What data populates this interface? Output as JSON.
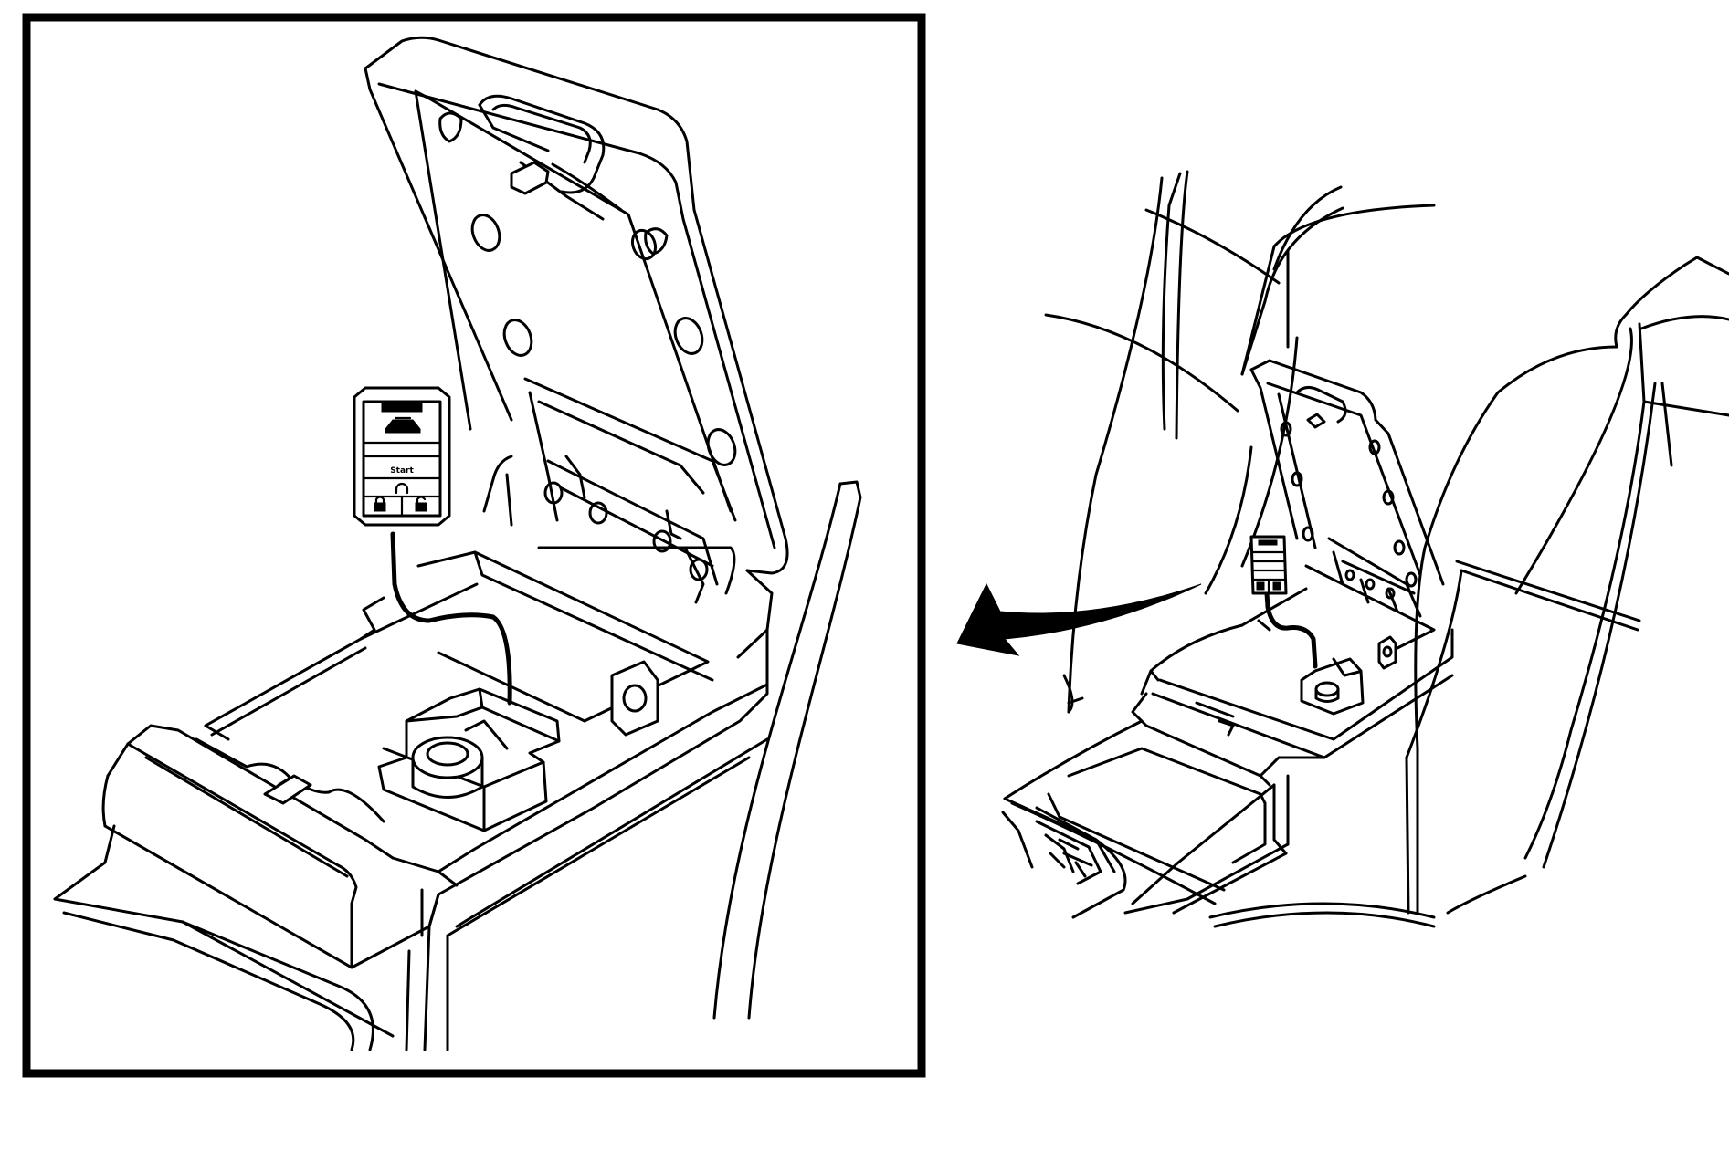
{
  "figure": {
    "detail_view": {
      "component": "console-armrest-lid-open",
      "items": [
        "remote-keyless-entry-transmitter",
        "harness-cable",
        "storage-bin",
        "power-outlet",
        "lid-latch"
      ],
      "transmitter_buttons": {
        "icons": [
          "trunk-release-icon",
          "start-icon",
          "panic-icon",
          "lock-icon",
          "unlock-icon"
        ],
        "start_label": "Start"
      }
    },
    "overview_view": {
      "component": "vehicle-front-seats-center-console",
      "arrow": "curved-arrow-pointing-left"
    }
  }
}
